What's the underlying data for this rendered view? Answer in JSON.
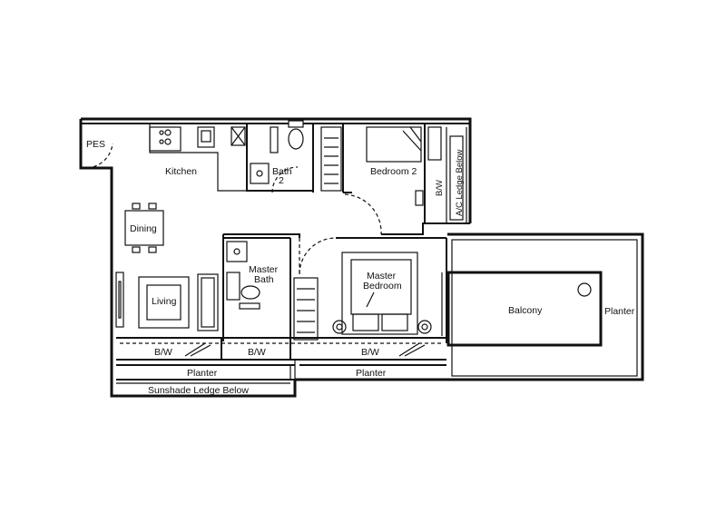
{
  "rooms": {
    "pes": "PES",
    "kitchen": "Kitchen",
    "bath2_line1": "Bath",
    "bath2_line2": "2",
    "bedroom2": "Bedroom 2",
    "ac_ledge": "A/C Ledge Below",
    "bw_bedroom2": "B/W",
    "dining": "Dining",
    "master_bath_line1": "Master",
    "master_bath_line2": "Bath",
    "living": "Living",
    "master_bedroom_line1": "Master",
    "master_bedroom_line2": "Bedroom",
    "balcony": "Balcony",
    "planter_right": "Planter",
    "bw_living": "B/W",
    "bw_middle": "B/W",
    "bw_master": "B/W",
    "planter_left": "Planter",
    "planter_middle": "Planter",
    "sunshade": "Sunshade Ledge Below"
  }
}
